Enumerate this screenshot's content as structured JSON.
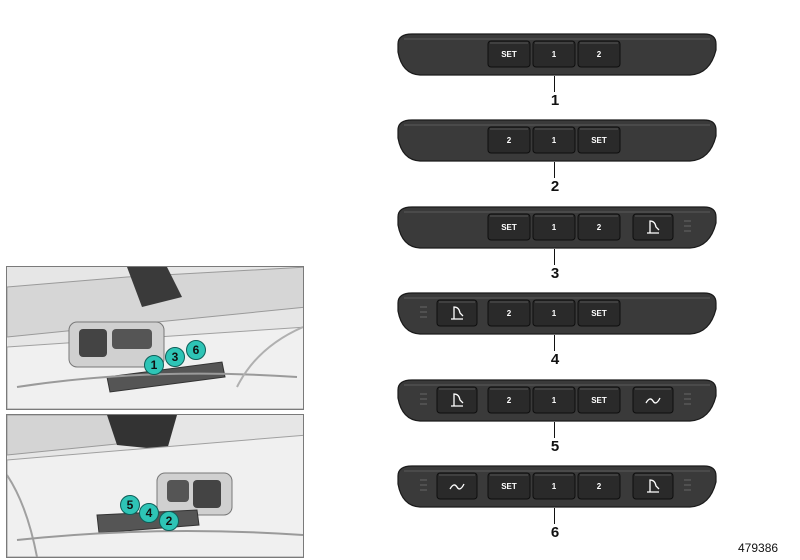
{
  "panels": [
    {
      "number": "1",
      "buttons": [
        {
          "kind": "text",
          "label": "SET"
        },
        {
          "kind": "text",
          "label": "1"
        },
        {
          "kind": "text",
          "label": "2"
        }
      ]
    },
    {
      "number": "2",
      "buttons": [
        {
          "kind": "text",
          "label": "2"
        },
        {
          "kind": "text",
          "label": "1"
        },
        {
          "kind": "text",
          "label": "SET"
        }
      ]
    },
    {
      "number": "3",
      "buttons": [
        {
          "kind": "text",
          "label": "SET"
        },
        {
          "kind": "text",
          "label": "1"
        },
        {
          "kind": "text",
          "label": "2"
        },
        {
          "kind": "icon",
          "icon": "seat-massage-icon"
        }
      ]
    },
    {
      "number": "4",
      "buttons": [
        {
          "kind": "icon",
          "icon": "seat-massage-icon"
        },
        {
          "kind": "text",
          "label": "2"
        },
        {
          "kind": "text",
          "label": "1"
        },
        {
          "kind": "text",
          "label": "SET"
        }
      ]
    },
    {
      "number": "5",
      "buttons": [
        {
          "kind": "icon",
          "icon": "seat-massage-icon"
        },
        {
          "kind": "text",
          "label": "2"
        },
        {
          "kind": "text",
          "label": "1"
        },
        {
          "kind": "text",
          "label": "SET"
        },
        {
          "kind": "icon",
          "icon": "seat-ventilation-icon"
        }
      ]
    },
    {
      "number": "6",
      "buttons": [
        {
          "kind": "icon",
          "icon": "seat-ventilation-icon"
        },
        {
          "kind": "text",
          "label": "SET"
        },
        {
          "kind": "text",
          "label": "1"
        },
        {
          "kind": "text",
          "label": "2"
        },
        {
          "kind": "icon",
          "icon": "seat-massage-icon"
        }
      ]
    }
  ],
  "insets": [
    {
      "name": "left-door-inset",
      "callouts": [
        "1",
        "3",
        "6"
      ]
    },
    {
      "name": "right-door-inset",
      "callouts": [
        "5",
        "4",
        "2"
      ]
    }
  ],
  "catalog_number": "479386",
  "colors": {
    "panel": "#3a3a3a",
    "panel_edge": "#1a1a1a",
    "button": "#2a2a2a",
    "callout": "#2ec4b6"
  }
}
